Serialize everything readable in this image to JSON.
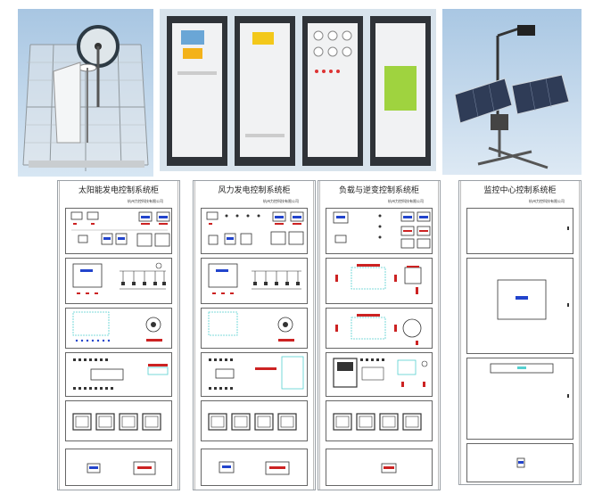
{
  "photos": [
    {
      "name": "wind-turbine-rig-photo"
    },
    {
      "name": "control-cabinets-photo"
    },
    {
      "name": "solar-tracker-photo"
    }
  ],
  "cabinets": [
    {
      "title": "太阳能发电控制系统柜",
      "company": "杭州力控科技有限公司"
    },
    {
      "title": "风力发电控制系统柜",
      "company": "杭州力控科技有限公司"
    },
    {
      "title": "负载与逆变控制系统柜",
      "company": "杭州力控科技有限公司"
    },
    {
      "title": "监控中心控制系统柜",
      "company": "杭州力控科技有限公司"
    }
  ],
  "colors": {
    "panel_border": "#666666",
    "accent_red": "#cc2222",
    "accent_blue": "#2244cc",
    "accent_cyan": "#55d0d0"
  }
}
